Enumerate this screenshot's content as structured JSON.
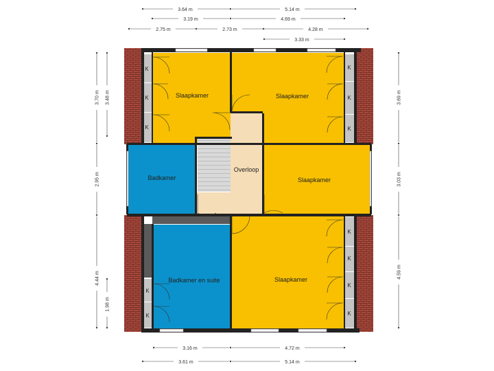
{
  "colors": {
    "bedroom": "#f8c000",
    "bathroom": "#0b92cc",
    "landing": "#f5ddb7",
    "stair": "#d8d8d8",
    "wall": "#222222",
    "roof": "#a6483c",
    "cabinet": "#c4c4c4"
  },
  "rooms": {
    "bed1": "Slaapkamer",
    "bed2": "Slaapkamer",
    "bed3": "Slaapkamer",
    "bed4": "Slaapkamer",
    "bath1": "Badkamer",
    "bath2": "Badkamer en suite",
    "landing": "Overloop"
  },
  "cabinet_label": "K",
  "dimensions": {
    "top": [
      "3.64 m",
      "5.14 m",
      "3.19 m",
      "4.69 m",
      "2.75 m",
      "2.73 m",
      "4.28 m",
      "3.33 m"
    ],
    "bottom": [
      "3.16 m",
      "4.72 m",
      "3.61 m",
      "5.14 m"
    ],
    "left": [
      "3.70 m",
      "3.48 m",
      "2.95 m",
      "4.44 m",
      "1.98 m"
    ],
    "right": [
      "3.69 m",
      "3.03 m",
      "4.59 m"
    ]
  }
}
